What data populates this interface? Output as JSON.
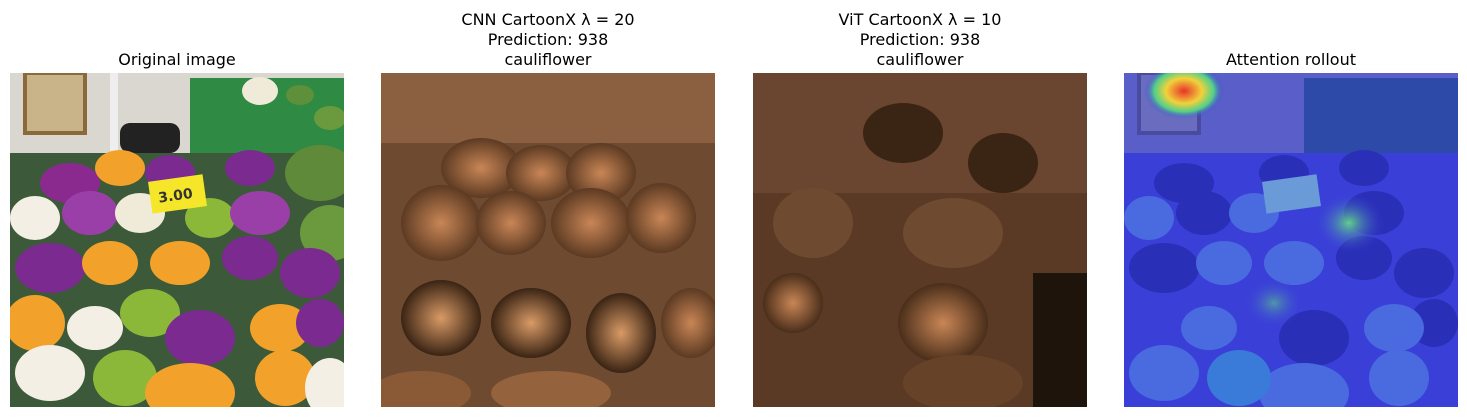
{
  "figure": {
    "panels": [
      {
        "id": "original",
        "title_lines": [
          "Original image"
        ]
      },
      {
        "id": "cnn",
        "title_lines": [
          "CNN CartoonX λ = 20",
          "Prediction: 938",
          "cauliflower"
        ]
      },
      {
        "id": "vit",
        "title_lines": [
          "ViT CartoonX λ = 10",
          "Prediction: 938",
          "cauliflower"
        ]
      },
      {
        "id": "rollout",
        "title_lines": [
          "Attention rollout"
        ]
      }
    ]
  },
  "colors": {
    "purple": "#7b2a8f",
    "orange": "#f2a22a",
    "white": "#f3efe4",
    "green": "#8cb83a",
    "copper": "#c98656",
    "rollout_blue": "#3a3fd8",
    "heat_red": "#e8332a"
  }
}
